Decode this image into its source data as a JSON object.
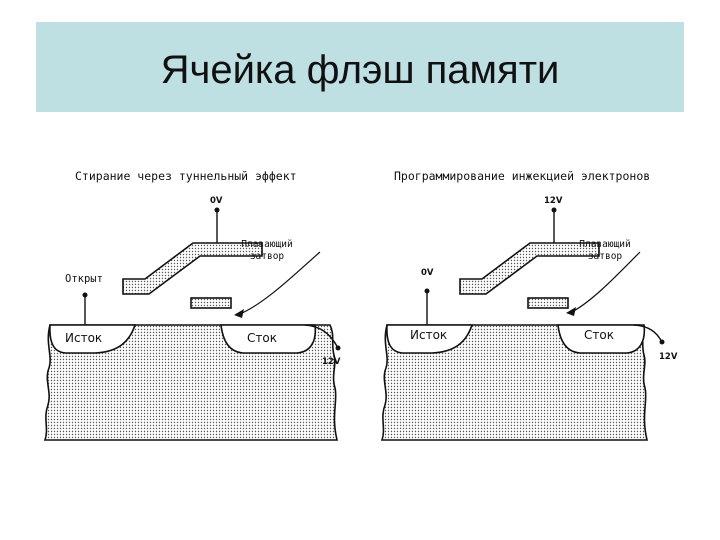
{
  "slide": {
    "title": "Ячейка флэш памяти"
  },
  "panels": [
    {
      "caption": "Стирание через туннельный эффект",
      "control_gate_voltage": "0V",
      "floating_gate_label": "Плавающий затвор",
      "source_state": "Открыт",
      "source_label": "Исток",
      "drain_label": "Сток",
      "drain_voltage": "12V"
    },
    {
      "caption": "Программирование инжекцией электронов",
      "control_gate_voltage": "12V",
      "floating_gate_label": "Плавающий затвор",
      "source_state": "0V",
      "source_label": "Исток",
      "drain_label": "Сток",
      "drain_voltage": "12V"
    }
  ],
  "colors": {
    "title_bar": "#bfe0e3",
    "ink": "#111111",
    "dots": "#555555"
  }
}
